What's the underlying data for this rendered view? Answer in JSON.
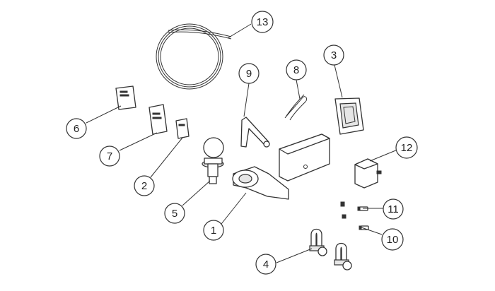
{
  "diagram": {
    "callouts": [
      {
        "id": "13",
        "label": "13"
      },
      {
        "id": "9",
        "label": "9"
      },
      {
        "id": "8",
        "label": "8"
      },
      {
        "id": "3",
        "label": "3"
      },
      {
        "id": "6",
        "label": "6"
      },
      {
        "id": "7",
        "label": "7"
      },
      {
        "id": "2",
        "label": "2"
      },
      {
        "id": "5",
        "label": "5"
      },
      {
        "id": "1",
        "label": "1"
      },
      {
        "id": "12",
        "label": "12"
      },
      {
        "id": "11",
        "label": "11"
      },
      {
        "id": "10",
        "label": "10"
      },
      {
        "id": "4",
        "label": "4"
      }
    ]
  }
}
